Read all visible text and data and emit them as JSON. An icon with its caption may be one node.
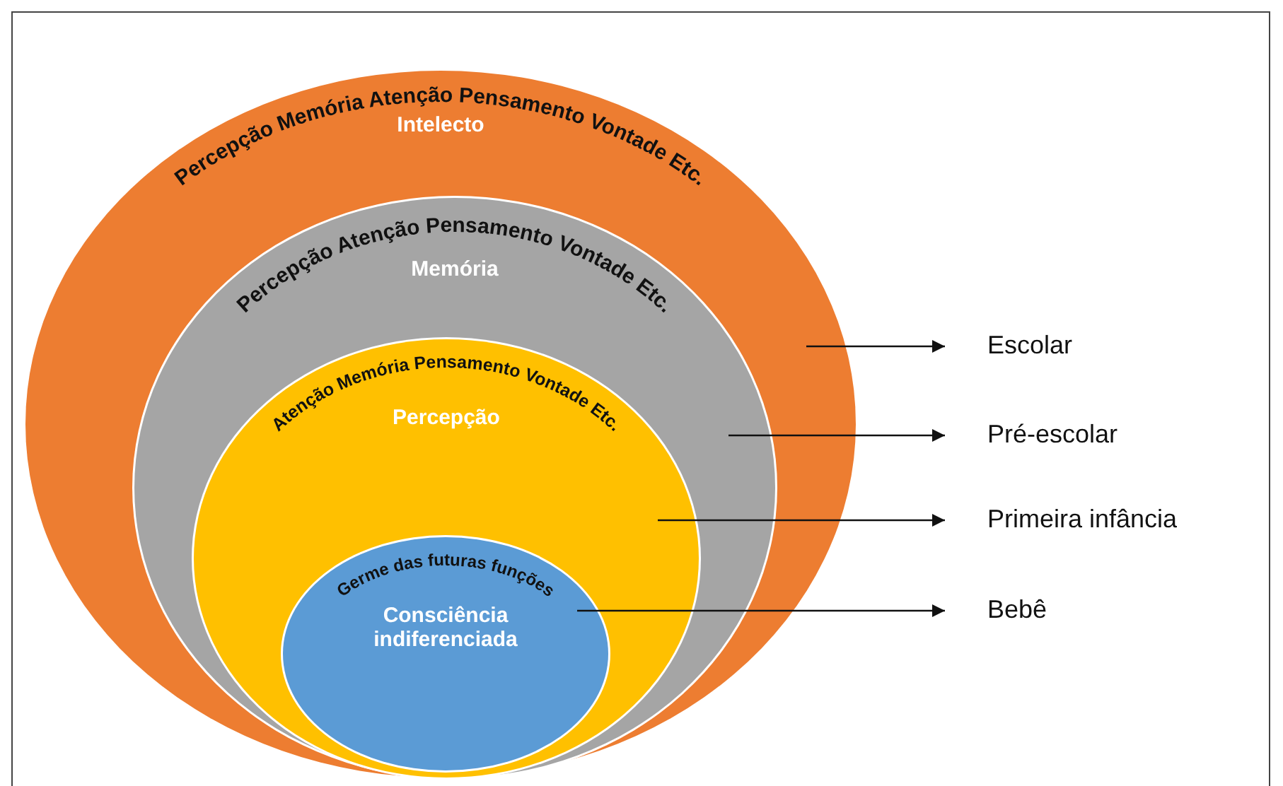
{
  "diagram": {
    "nodes": [
      {
        "text": [
          "Percepção Memória Atenção Pensamento Vontade Etc.",
          "Intelecto"
        ]
      },
      {
        "text": [
          "Percepção Atenção Pensamento Vontade Etc.",
          "Memória"
        ],
        "in": 0
      },
      {
        "text": [
          "Atenção Memória Pensamento Vontade Etc.",
          "Percepção"
        ],
        "in": 1
      },
      {
        "text": [
          "Germe das futuras funções",
          "Consciência indiferenciada"
        ],
        "in": 2
      },
      {
        "text": [
          "Escolar"
        ]
      },
      {
        "text": [
          "Pré-escolar"
        ]
      },
      {
        "text": [
          "Primeira infância"
        ]
      },
      {
        "text": [
          "Bebê"
        ]
      }
    ],
    "edges": [
      {
        "from": 0,
        "to": 4,
        "arrow": "to"
      },
      {
        "from": 1,
        "to": 5,
        "arrow": "to"
      },
      {
        "from": 2,
        "to": 6,
        "arrow": "to"
      },
      {
        "from": 3,
        "to": 7,
        "arrow": "to"
      }
    ]
  }
}
